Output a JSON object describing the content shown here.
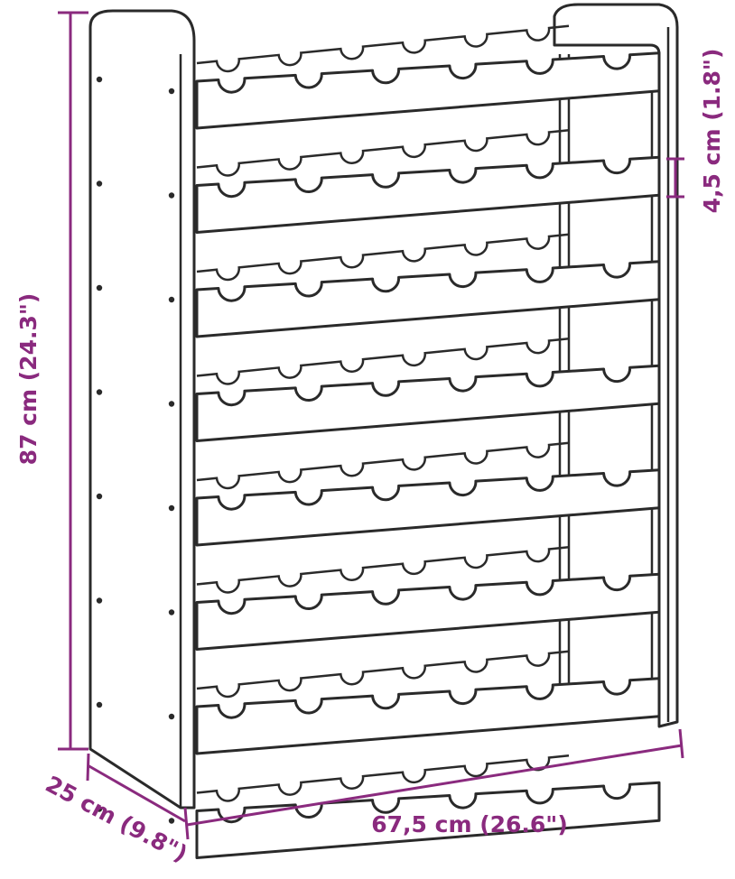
{
  "colors": {
    "accent": "#8a2a7e",
    "outline": "#2a2a2a",
    "background": "#ffffff"
  },
  "dimensions": {
    "height": "87 cm (24.3\")",
    "width": "67,5 cm (26.6\")",
    "depth": "25 cm (9.8\")",
    "rail": "4,5 cm (1.8\")"
  },
  "rack": {
    "shelves": 8,
    "slots_per_row": 6
  }
}
